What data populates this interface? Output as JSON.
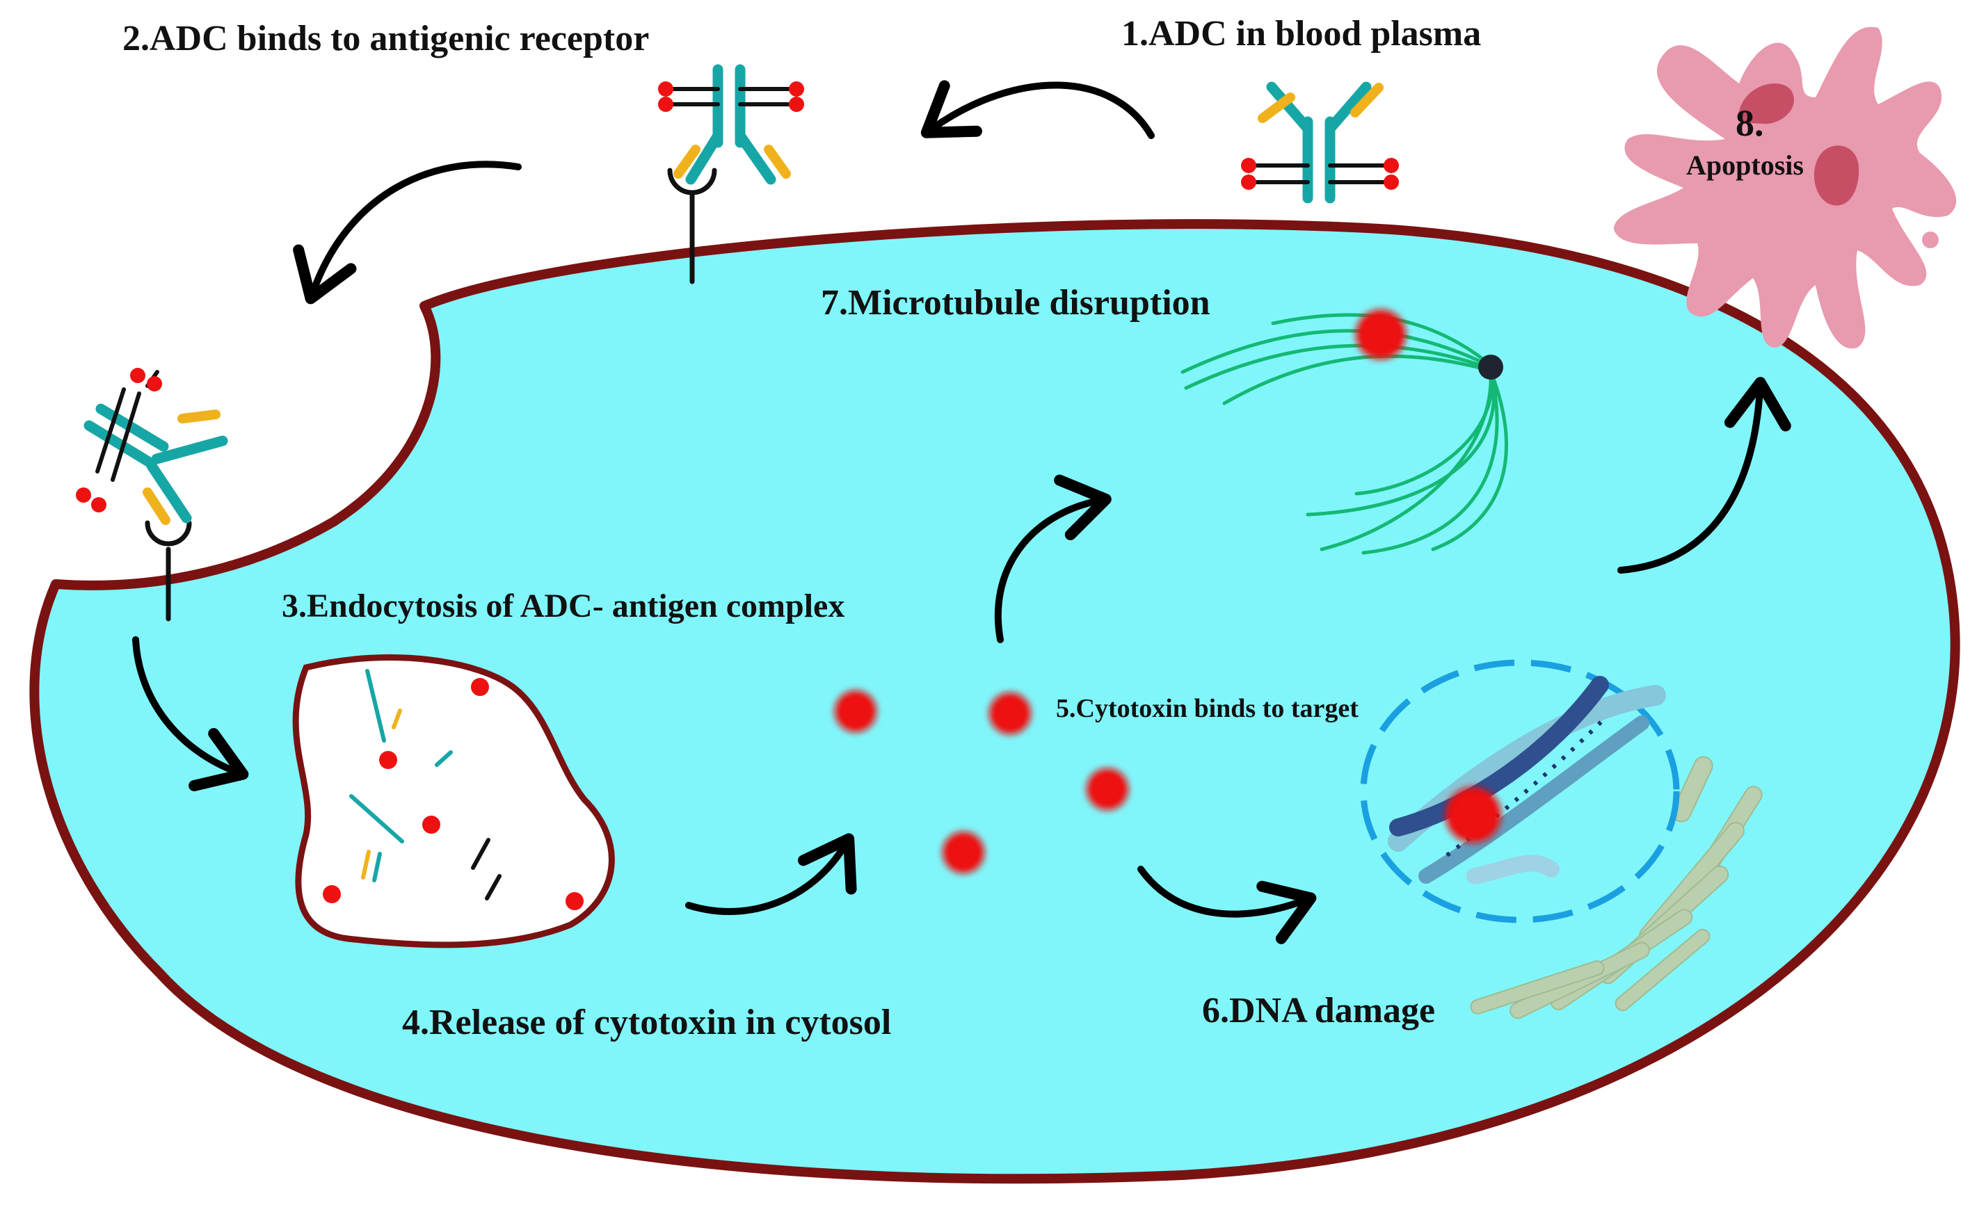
{
  "colors": {
    "cytoplasm": "#80f6fb",
    "membrane": "#7a1212",
    "antibody": "#17a6a6",
    "antibody_arm": "#f0b21c",
    "payload": "#ee1111",
    "arrow": "#000000",
    "microtubule": "#14b874",
    "dna": "#3a5fa0",
    "nuclear_envelope": "#1aa0e0",
    "er": "#b9cfae",
    "apoptotic_cell": "#e89aae",
    "apoptotic_nucleus": "#c64f66"
  },
  "steps": {
    "step1": "1.ADC in blood plasma",
    "step2": "2.ADC binds to antigenic receptor",
    "step3": "3.Endocytosis of ADC- antigen complex",
    "step4": "4.Release of cytotoxin in cytosol",
    "step5": "5.Cytotoxin binds to target",
    "step6": "6.DNA damage",
    "step7": "7.Microtubule disruption",
    "step8_number": "8.",
    "step8_label": "Apoptosis"
  },
  "icons": [
    "adc-antibody-icon",
    "antigen-receptor-icon",
    "endosome-icon",
    "cytotoxin-icon",
    "microtubule-icon",
    "dna-helix-icon",
    "nucleus-icon",
    "endoplasmic-reticulum-icon",
    "apoptotic-cell-icon",
    "curved-arrow-icon"
  ]
}
